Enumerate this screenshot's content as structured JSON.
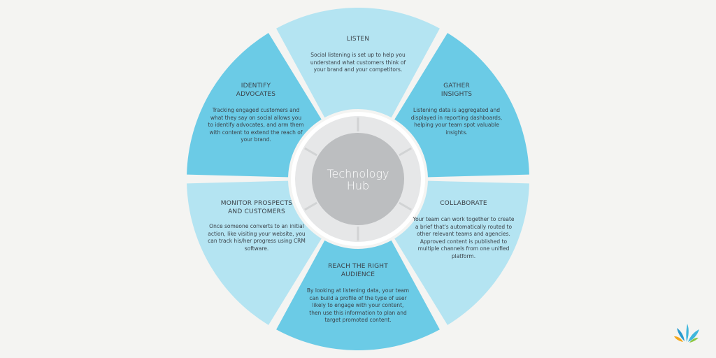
{
  "hub": {
    "line1": "Technology",
    "line2": "Hub"
  },
  "segments": [
    {
      "id": "listen",
      "title": "LISTEN",
      "desc": "Social listening is set up to help you understand what customers think of your brand and your competitors."
    },
    {
      "id": "gather",
      "title": "GATHER INSIGHTS",
      "desc": "Listening data is aggregated and displayed in reporting dashboards, helping your team spot valuable insights."
    },
    {
      "id": "collaborate",
      "title": "COLLABORATE",
      "desc": "Your team can work together to create a brief that's automatically routed to other relevant teams and agencies. Approved content is published to multiple channels from one unified platform."
    },
    {
      "id": "reach",
      "title": "REACH THE RIGHT AUDIENCE",
      "desc": "By looking at listening data, your team can build a profile of the type of user likely to engage with your content, then use this information to plan and target promoted content."
    },
    {
      "id": "monitor",
      "title": "MONITOR PROSPECTS AND CUSTOMERS",
      "desc": "Once someone converts to an initial action, like visiting your website, you can track his/her progress using CRM software."
    },
    {
      "id": "identify",
      "title": "IDENTIFY ADVOCATES",
      "desc": "Tracking engaged customers and what they say on social allows you to identify advocates, and arm them with content to extend the reach of your brand."
    }
  ],
  "colors": {
    "light": "#b4e4f2",
    "dark": "#6bcbe6",
    "inner_ring": "#ffffff",
    "hub": "#bcbec0",
    "hub_ring": "#e6e7e8",
    "spoke": "#d1d3d4",
    "text": "#3a4148",
    "background": "#f4f4f2"
  },
  "logo": {
    "icon": "sprout-logo-icon"
  }
}
